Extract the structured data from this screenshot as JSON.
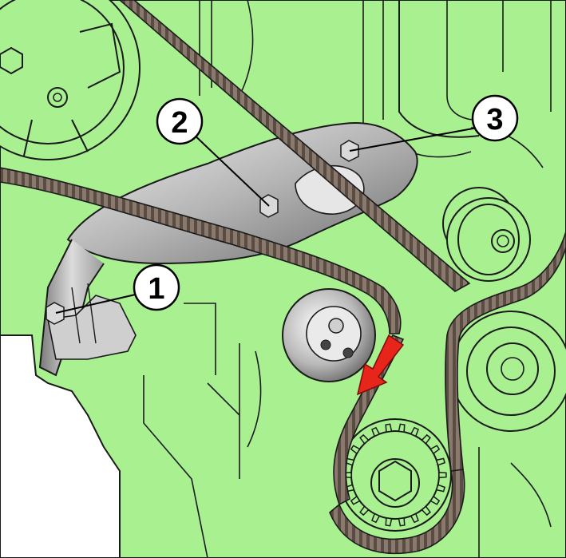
{
  "colors": {
    "engine_fill": "#a8f090",
    "outline": "#1a1a1a",
    "belt": "#8a7a6e",
    "belt_teeth": "#5a4c43",
    "metal_dark": "#6e6e6e",
    "metal_mid": "#a9a9a9",
    "metal_light": "#e6e6e6",
    "arrow": "#e8251b",
    "callout_bg": "#ffffff"
  },
  "callouts": [
    {
      "id": "1",
      "label": "1"
    },
    {
      "id": "2",
      "label": "2"
    },
    {
      "id": "3",
      "label": "3"
    }
  ],
  "icons": {
    "direction_arrow": "red-arrow-icon",
    "bolt": "hex-bolt-icon"
  }
}
